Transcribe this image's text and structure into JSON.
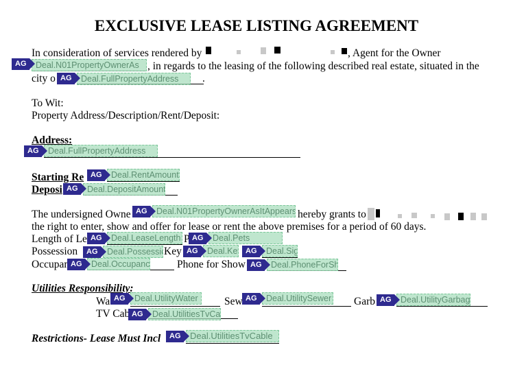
{
  "title": "EXCLUSIVE LEASE LISTING AGREEMENT",
  "tag_label": "AG",
  "intro": {
    "line1_start": "In consideration of services rendered by",
    "line1_end": ", Agent for the Owner",
    "line2_end": ", in regards to the leasing of the following described real estate, situated in the",
    "line3_start": "city o",
    "line3_end": "."
  },
  "to_wit": "To Wit:",
  "property_heading": "Property Address/Description/Rent/Deposit:",
  "address_label": "Address:",
  "starting_label": "Starting Re",
  "deposit_label": "Deposi",
  "grant": {
    "start": "The undersigned Owne",
    "end": "hereby grants to",
    "line2": "the right to enter, show and offer for lease or rent the above premises for a period of 60 days."
  },
  "labels": {
    "length": "Length of Le",
    "pets_p": "P",
    "possession": "Possession",
    "key": "Key",
    "occupancy": "Occupan",
    "phone": "Phone for Show",
    "utilities": "Utilities Responsibility:",
    "water": "Wa",
    "sewer": "Sew",
    "garbage": "Garb",
    "tv": "TV Cab",
    "restrictions": "Restrictions- Lease Must Incl"
  },
  "fields": {
    "owner_as": "Deal.N01PropertyOwnerAs",
    "full_address_city": "Deal.FullPropertyAddress",
    "full_address": "Deal.FullPropertyAddress",
    "rent": "Deal.RentAmount",
    "deposit": "Deal.DepositAmount",
    "owner_appears": "Deal.N01PropertyOwnerAsItAppears",
    "lease_length": "Deal.LeaseLength",
    "pets": "Deal.Pets",
    "possession": "Deal.Possession",
    "key": "Deal.Key",
    "sign": "Deal.Sign",
    "occupancy": "Deal.Occupancy",
    "phone": "Deal.PhoneForShowing",
    "water": "Deal.UtilityWater",
    "sewer": "Deal.UtilitySewer",
    "garbage": "Deal.UtilityGarbage",
    "tv": "Deal.UtilitiesTvCable",
    "restrictions": "Deal.UtilitiesTvCable"
  },
  "colors": {
    "tag": "#2e2a8f",
    "field_fill": "#aadebe",
    "field_text": "#5d8f72"
  }
}
